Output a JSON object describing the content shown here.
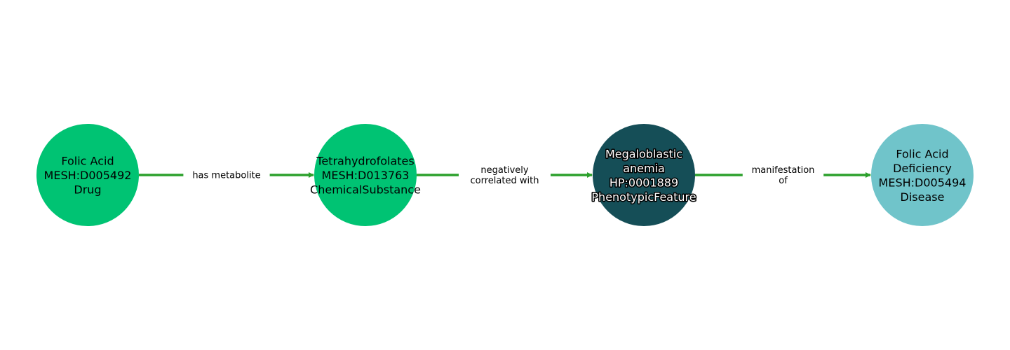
{
  "colors": {
    "edge": "#2ca02c",
    "drug": "#00c373",
    "chemical": "#00c373",
    "phenotype": "#154e57",
    "disease": "#70c4ca"
  },
  "nodes": [
    {
      "id": "folic-acid",
      "lines": [
        "Folic Acid",
        "MESH:D005492",
        "Drug"
      ],
      "color": "#00c373",
      "text_style": "dark"
    },
    {
      "id": "tetrahydrofolates",
      "lines": [
        "Tetrahydrofolates",
        "MESH:D013763",
        "ChemicalSubstance"
      ],
      "color": "#00c373",
      "text_style": "dark"
    },
    {
      "id": "megaloblastic-anemia",
      "lines": [
        "Megaloblastic",
        "anemia",
        "HP:0001889",
        "PhenotypicFeature"
      ],
      "color": "#154e57",
      "text_style": "outlined"
    },
    {
      "id": "folic-acid-deficiency",
      "lines": [
        "Folic Acid",
        "Deficiency",
        "MESH:D005494",
        "Disease"
      ],
      "color": "#70c4ca",
      "text_style": "dark"
    }
  ],
  "edges": [
    {
      "from": 0,
      "to": 1,
      "lines": [
        "has metabolite"
      ]
    },
    {
      "from": 1,
      "to": 2,
      "lines": [
        "negatively",
        "correlated with"
      ]
    },
    {
      "from": 2,
      "to": 3,
      "lines": [
        "manifestation",
        "of"
      ]
    }
  ]
}
